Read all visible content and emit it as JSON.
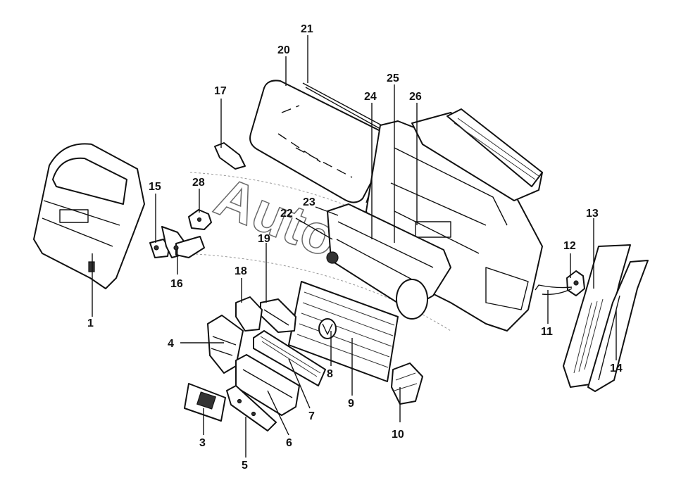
{
  "diagram": {
    "callouts": [
      {
        "id": "1",
        "label": "1"
      },
      {
        "id": "3",
        "label": "3"
      },
      {
        "id": "4",
        "label": "4"
      },
      {
        "id": "5",
        "label": "5"
      },
      {
        "id": "6",
        "label": "6"
      },
      {
        "id": "7",
        "label": "7"
      },
      {
        "id": "8",
        "label": "8"
      },
      {
        "id": "9",
        "label": "9"
      },
      {
        "id": "10",
        "label": "10"
      },
      {
        "id": "11",
        "label": "11"
      },
      {
        "id": "12",
        "label": "12"
      },
      {
        "id": "13",
        "label": "13"
      },
      {
        "id": "14",
        "label": "14"
      },
      {
        "id": "15",
        "label": "15"
      },
      {
        "id": "16",
        "label": "16"
      },
      {
        "id": "17",
        "label": "17"
      },
      {
        "id": "18",
        "label": "18"
      },
      {
        "id": "19",
        "label": "19"
      },
      {
        "id": "20",
        "label": "20"
      },
      {
        "id": "21",
        "label": "21"
      },
      {
        "id": "22",
        "label": "22"
      },
      {
        "id": "23",
        "label": "23"
      },
      {
        "id": "24",
        "label": "24"
      },
      {
        "id": "25",
        "label": "25"
      },
      {
        "id": "26",
        "label": "26"
      },
      {
        "id": "28",
        "label": "28"
      }
    ],
    "watermark": "Autosoft"
  }
}
